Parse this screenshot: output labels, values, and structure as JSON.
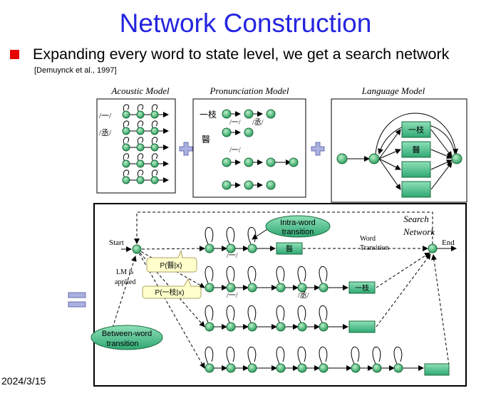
{
  "title": "Network Construction",
  "bullet": "Expanding every word to state level, we get a search network",
  "citation": "[Demuynck et al., 1997]",
  "date": "2024/3/15",
  "panels": {
    "acoustic": {
      "title": "Acoustic Model",
      "phones": [
        "/一/",
        "/丞/"
      ]
    },
    "pronunciation": {
      "title": "Pronunciation Model",
      "words": [
        "一枝",
        "醫"
      ],
      "phones_a": "/一/",
      "phones_b": "/丞/",
      "phone_c": "/一/"
    },
    "language": {
      "title": "Language Model",
      "words": [
        "一枝",
        "醫"
      ]
    }
  },
  "search": {
    "title_line1": "Search",
    "title_line2": "Network",
    "start": "Start",
    "end": "End",
    "intra_word_line1": "Intra-word",
    "intra_word_line2": "transition",
    "word_transition_line1": "Word",
    "word_transition_line2": "Transition",
    "lm_applied_line1": "LM is",
    "lm_applied_line2": "applied",
    "between_word_line1": "Between-word",
    "between_word_line2": "transition",
    "p1": "P(醫|x)",
    "p2": "P(一枝|x)",
    "phone_yi": "/一/",
    "phone_zhi": "/丞/",
    "phone_yi2": "/一/",
    "word1": "醫",
    "word2": "一枝"
  },
  "colors": {
    "title": "#2424e0",
    "bullet": "#e60000",
    "node": "#3cb371",
    "box": "#5fc49a",
    "plus": "#aab0e0"
  }
}
